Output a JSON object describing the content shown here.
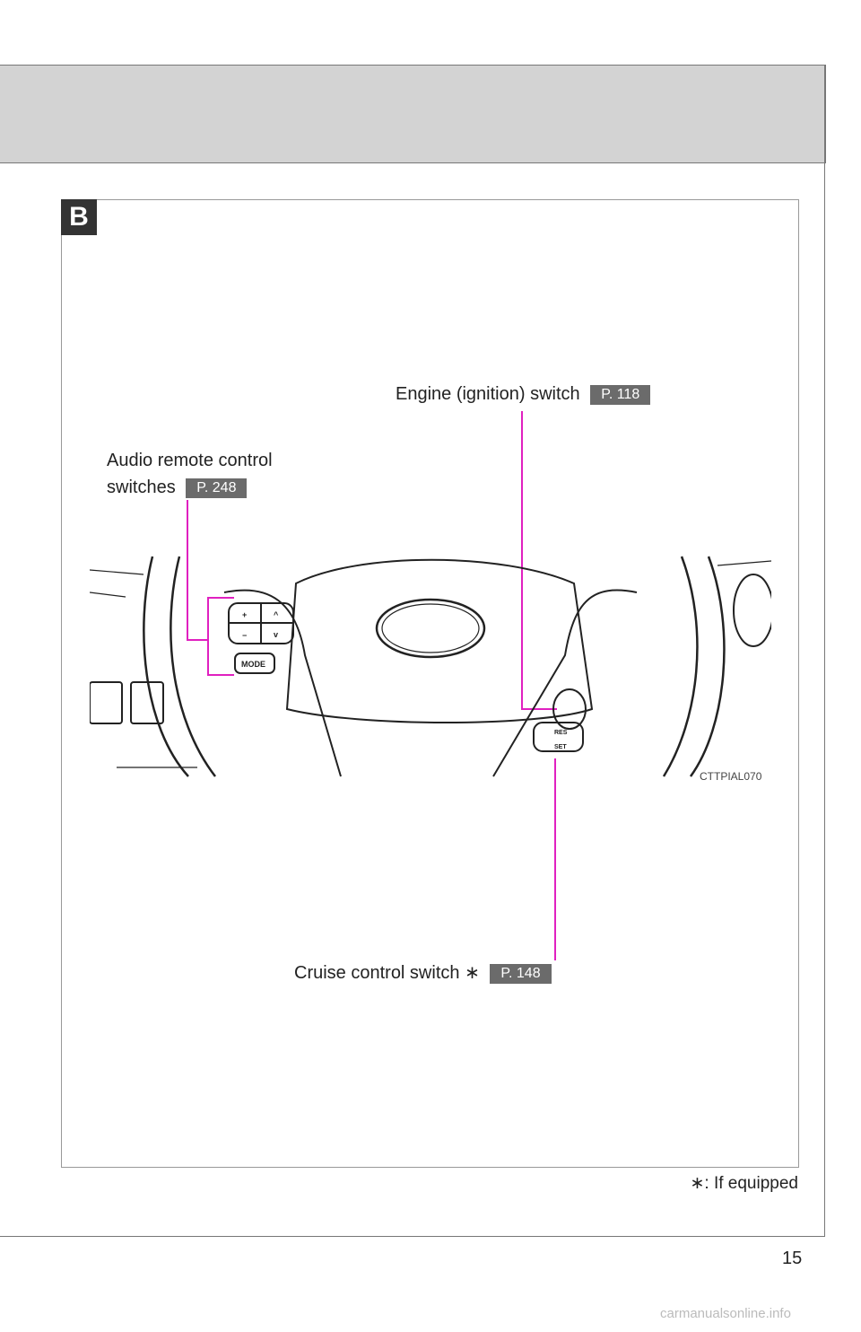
{
  "section": {
    "tag": "B"
  },
  "callouts": {
    "engine": {
      "label": "Engine (ignition) switch",
      "ref": "P. 118"
    },
    "audio": {
      "line1": "Audio remote control",
      "line2": "switches",
      "ref": "P. 248"
    },
    "cruise": {
      "label": "Cruise control switch",
      "asterisk": "∗",
      "ref": "P. 148"
    }
  },
  "figure": {
    "code": "CTTPIAL070",
    "button_labels": {
      "mode": "MODE",
      "res": "RES",
      "set": "SET"
    }
  },
  "footnote": {
    "asterisk": "∗",
    "text": ": If equipped"
  },
  "page_number": "15",
  "watermark": "carmanualsonline.info",
  "colors": {
    "leader": "#e020c0",
    "ref_badge": "#6b6b6b",
    "header_band": "#d3d3d3"
  }
}
